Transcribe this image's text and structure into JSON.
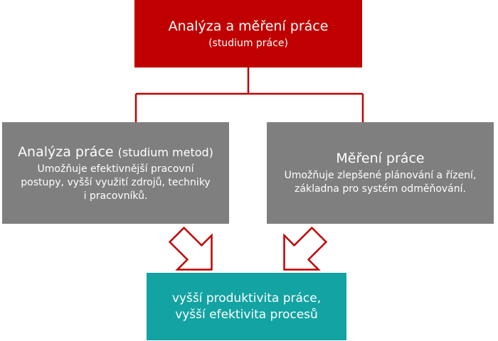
{
  "diagram": {
    "top": {
      "title": "Analýza a měření práce",
      "subtitle": "(studium práce)"
    },
    "left": {
      "title": "Analýza práce",
      "title_suffix": "(studium metod)",
      "lines": [
        "Umožňuje efektivnější pracovní",
        "postupy, vyšší využití zdrojů, techniky",
        "i pracovníků."
      ]
    },
    "right": {
      "title": "Měření práce",
      "lines": [
        "Umožňuje zlepšené plánování a řízení,",
        "základna pro systém odměňování."
      ]
    },
    "bottom": {
      "lines": [
        "vyšší produktivita práce,",
        "vyšší efektivita procesů"
      ]
    },
    "colors": {
      "top_box": "#c00000",
      "side_boxes": "#7f7f7f",
      "result_box": "#13a3a2",
      "connector": "#c00000"
    }
  }
}
